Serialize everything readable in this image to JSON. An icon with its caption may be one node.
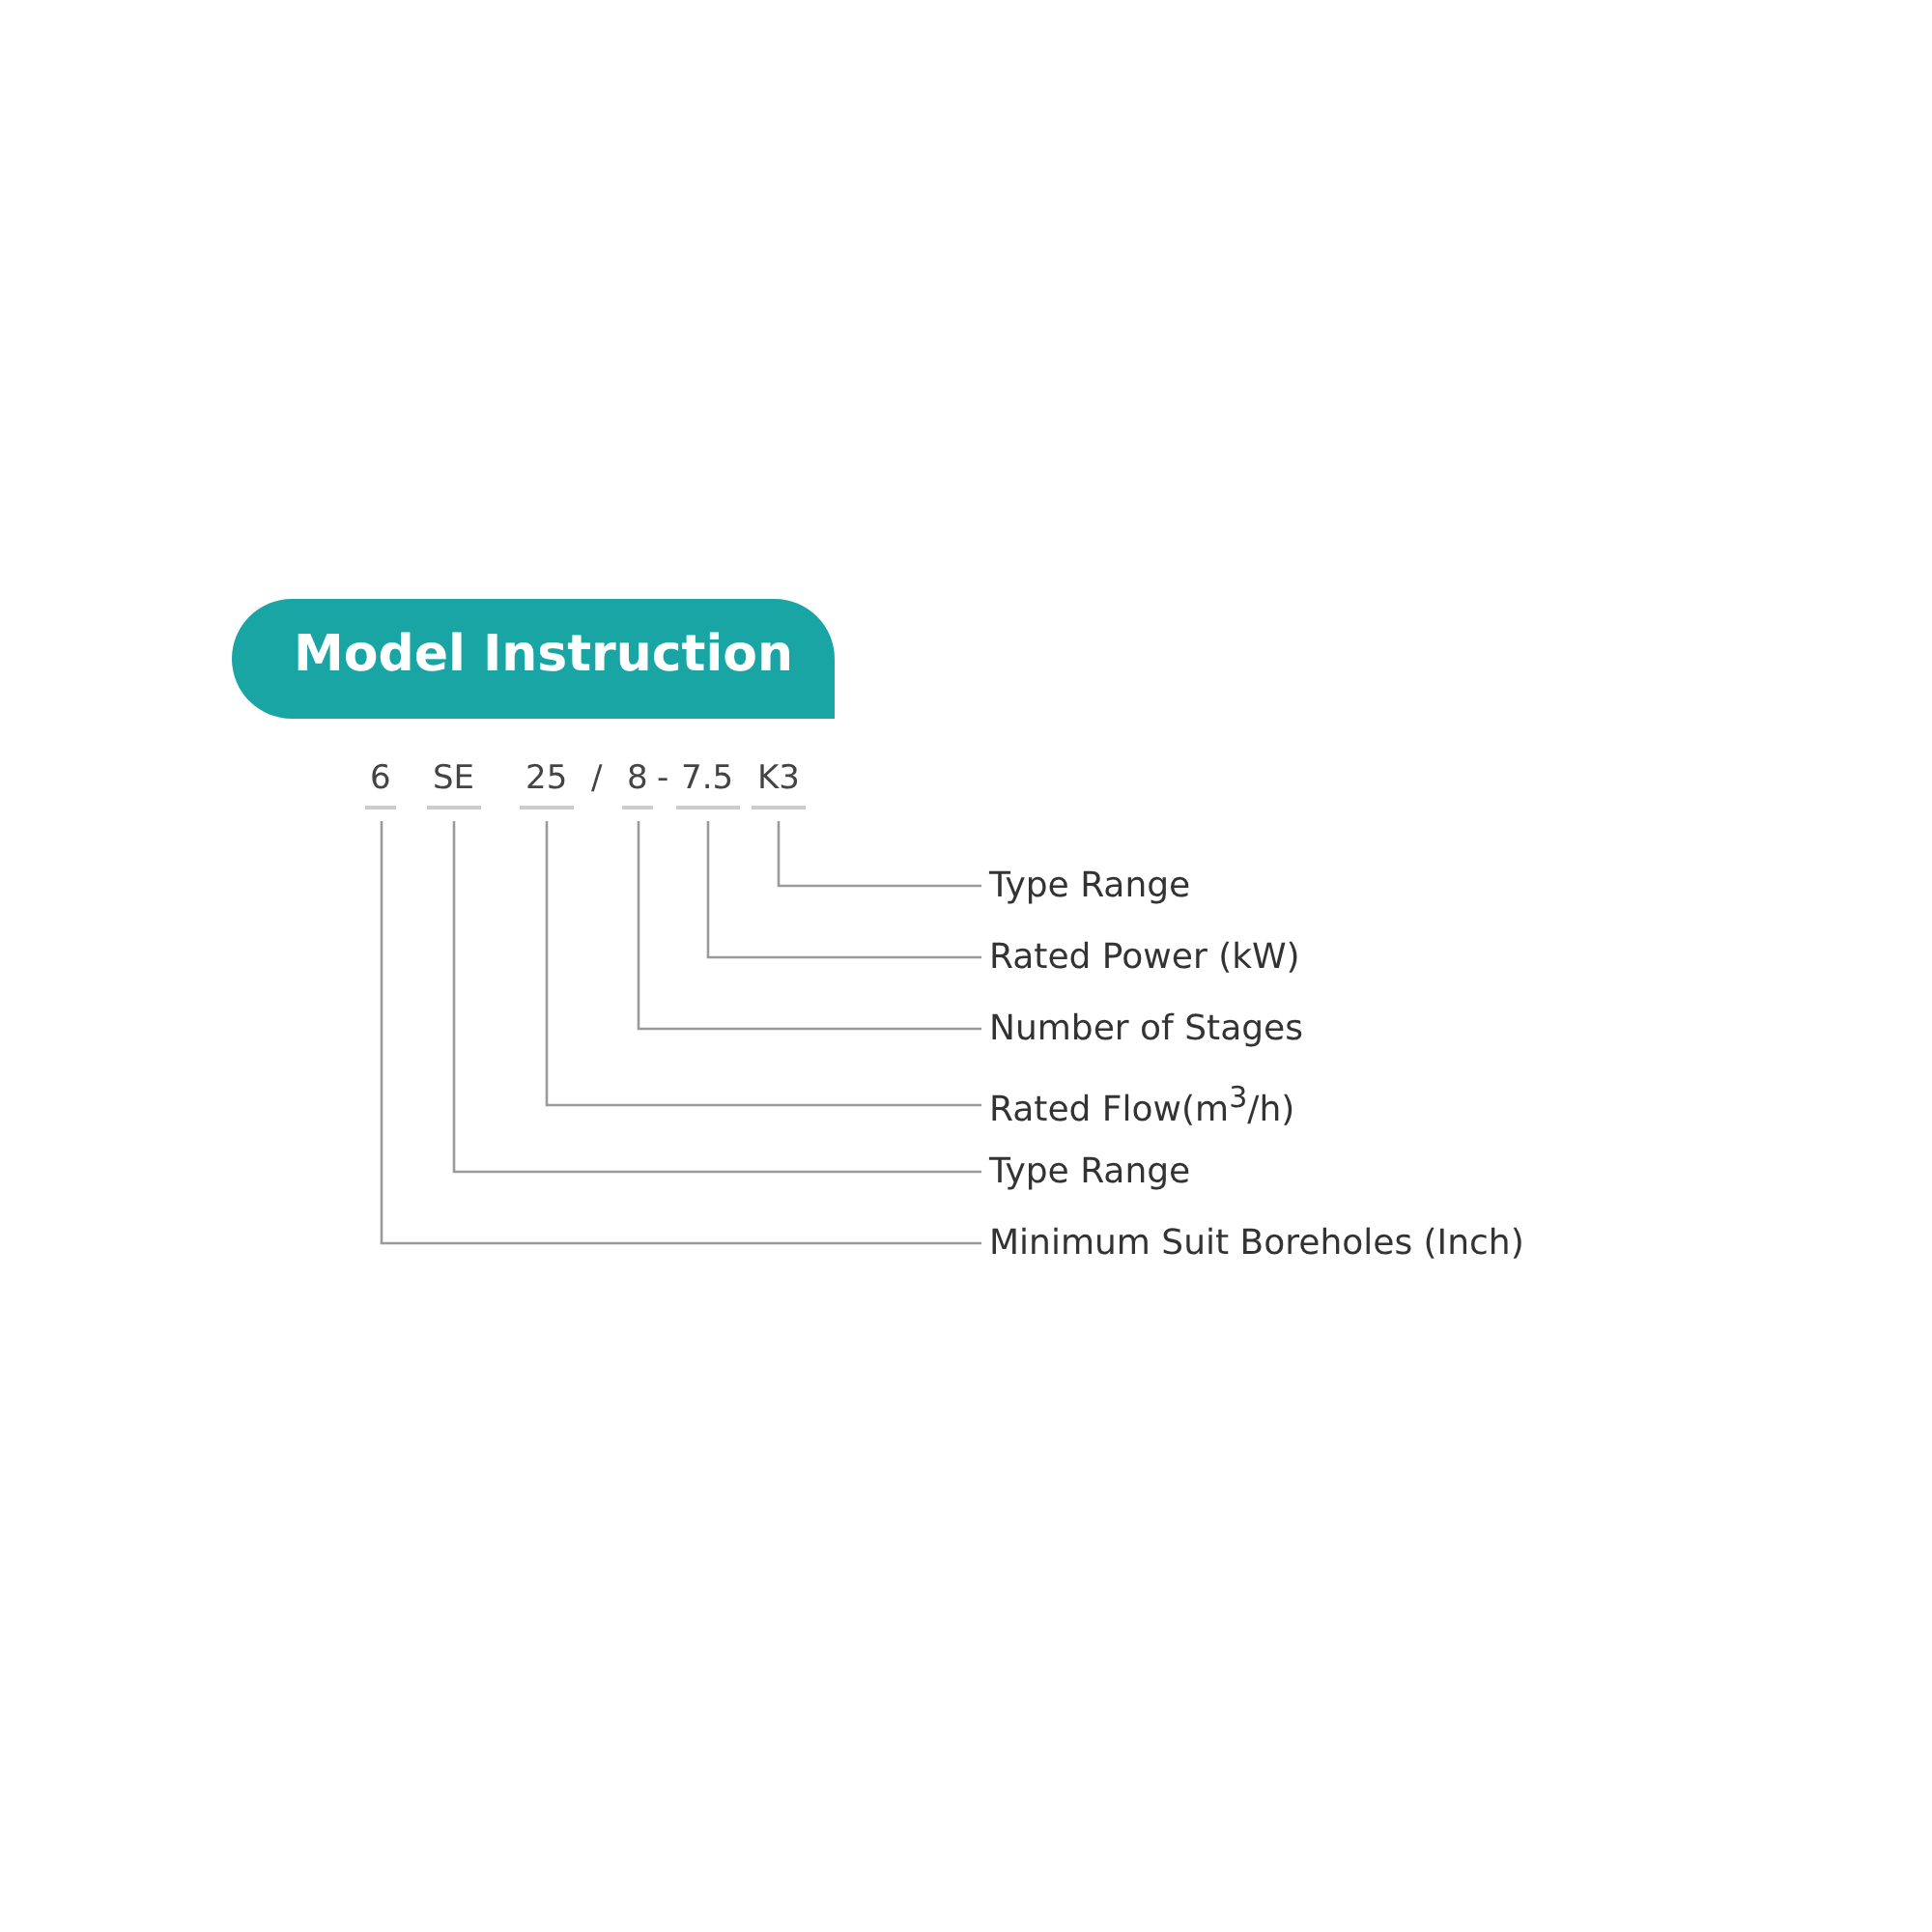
{
  "diagram": {
    "title": "Model Instruction",
    "nodes": [
      {
        "text": [
          "6"
        ]
      },
      {
        "text": [
          "SE"
        ]
      },
      {
        "text": [
          "25"
        ]
      },
      {
        "text": [
          "8"
        ]
      },
      {
        "text": [
          "7.5"
        ]
      },
      {
        "text": [
          "K3"
        ]
      },
      {
        "text": [
          "Type Range"
        ]
      },
      {
        "text": [
          "Rated Power (kW)"
        ]
      },
      {
        "text": [
          "Number of Stages"
        ]
      },
      {
        "text": [
          "Rated Flow(m$^{3}$/h)"
        ]
      },
      {
        "text": [
          "Type Range"
        ]
      },
      {
        "text": [
          "Minimum Suit Boreholes (Inch)"
        ]
      }
    ],
    "edges": [
      {
        "from": 5,
        "to": 6,
        "arrow": "none"
      },
      {
        "from": 4,
        "to": 7,
        "arrow": "none"
      },
      {
        "from": 3,
        "to": 8,
        "arrow": "none"
      },
      {
        "from": 2,
        "to": 9,
        "arrow": "none"
      },
      {
        "from": 1,
        "to": 10,
        "arrow": "none"
      },
      {
        "from": 0,
        "to": 11,
        "arrow": "none"
      }
    ],
    "labels": [
      "/",
      "-"
    ]
  }
}
